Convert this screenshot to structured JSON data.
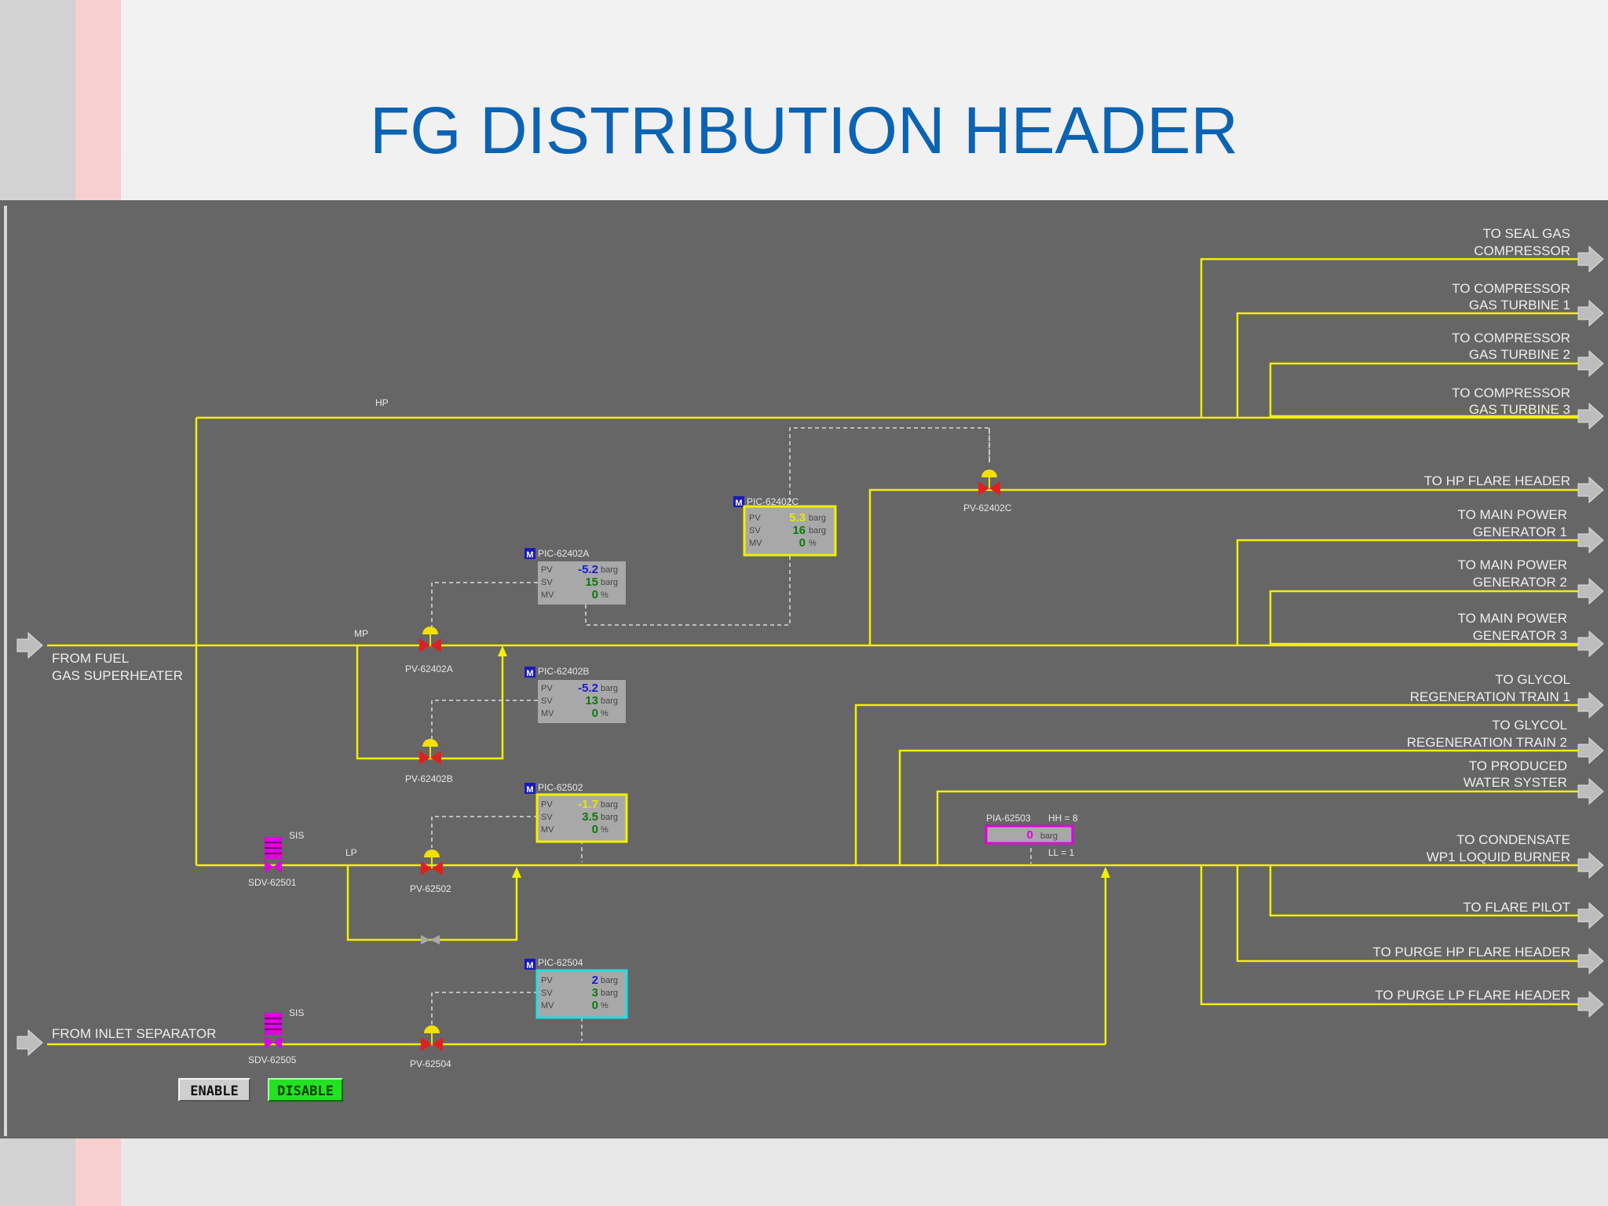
{
  "title": "FG DISTRIBUTION HEADER",
  "headers": {
    "hp": "HP",
    "mp": "MP",
    "lp": "LP"
  },
  "sources": {
    "fuel_gas_1": "FROM FUEL",
    "fuel_gas_2": "GAS SUPERHEATER",
    "inlet": "FROM INLET SEPARATOR"
  },
  "destinations": {
    "seal_gas_1": "TO SEAL GAS",
    "seal_gas_2": "COMPRESSOR",
    "cgt1_1": "TO COMPRESSOR",
    "cgt1_2": "GAS TURBINE 1",
    "cgt2_1": "TO COMPRESSOR",
    "cgt2_2": "GAS TURBINE 2",
    "cgt3_1": "TO COMPRESSOR",
    "cgt3_2": "GAS TURBINE 3",
    "hp_flare": "TO HP FLARE HEADER",
    "mpg1_1": "TO MAIN POWER",
    "mpg1_2": "GENERATOR 1",
    "mpg2_1": "TO MAIN POWER",
    "mpg2_2": "GENERATOR 2",
    "mpg3_1": "TO MAIN POWER",
    "mpg3_2": "GENERATOR 3",
    "glycol1_1": "TO GLYCOL",
    "glycol1_2": "REGENERATION TRAIN 1",
    "glycol2_1": "TO GLYCOL",
    "glycol2_2": "REGENERATION TRAIN 2",
    "pw_1": "TO PRODUCED",
    "pw_2": "WATER SYSTER",
    "cond_1": "TO CONDENSATE",
    "cond_2": "WP1 LOQUID BURNER",
    "flare_pilot": "TO FLARE PILOT",
    "purge_hp": "TO PURGE HP FLARE HEADER",
    "purge_lp": "TO PURGE LP FLARE HEADER"
  },
  "valves": {
    "pv_62402a": "PV-62402A",
    "pv_62402b": "PV-62402B",
    "pv_62402c": "PV-62402C",
    "pv_62502": "PV-62502",
    "pv_62504": "PV-62504",
    "sdv_62501": "SDV-62501",
    "sdv_62505": "SDV-62505",
    "sis": "SIS"
  },
  "controllers": {
    "mode": "M",
    "row_pv": "PV",
    "row_sv": "SV",
    "row_mv": "MV",
    "unit": "barg",
    "pct": "%",
    "pic_62402c": {
      "tag": "PIC-62402C",
      "pv": "5.3",
      "sv": "16",
      "mv": "0"
    },
    "pic_62402a": {
      "tag": "PIC-62402A",
      "pv": "-5.2",
      "sv": "15",
      "mv": "0"
    },
    "pic_62402b": {
      "tag": "PIC-62402B",
      "pv": "-5.2",
      "sv": "13",
      "mv": "0"
    },
    "pic_62502": {
      "tag": "PIC-62502",
      "pv": "-1.7",
      "sv": "3.5",
      "mv": "0"
    },
    "pic_62504": {
      "tag": "PIC-62504",
      "pv": "2",
      "sv": "3",
      "mv": "0"
    }
  },
  "indicator": {
    "tag": "PIA-62503",
    "hh": "HH = 8",
    "ll": "LL = 1",
    "value": "0",
    "unit": "barg"
  },
  "buttons": {
    "enable": "ENABLE",
    "disable": "DISABLE"
  },
  "colors": {
    "line": "#f0f000",
    "panel": "#666666",
    "title": "#0b63b3",
    "valve_body": "#e02020",
    "actuator": "#f4e000",
    "sis": "#e000e0"
  }
}
